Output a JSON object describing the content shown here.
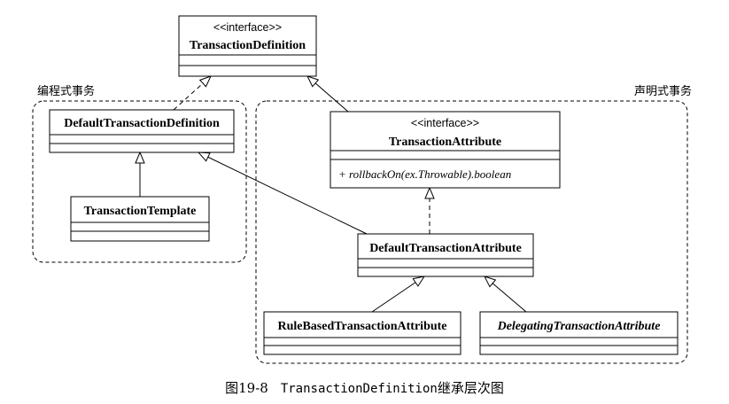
{
  "groups": {
    "programmatic": "编程式事务",
    "declarative": "声明式事务"
  },
  "classes": {
    "transaction_definition": {
      "stereotype": "<<interface>>",
      "name": "TransactionDefinition"
    },
    "default_transaction_definition": {
      "name": "DefaultTransactionDefinition"
    },
    "transaction_template": {
      "name": "TransactionTemplate"
    },
    "transaction_attribute": {
      "stereotype": "<<interface>>",
      "name": "TransactionAttribute",
      "method": "+ rollbackOn(ex.Throwable).boolean"
    },
    "default_transaction_attribute": {
      "name": "DefaultTransactionAttribute"
    },
    "rule_based_transaction_attribute": {
      "name": "RuleBasedTransactionAttribute"
    },
    "delegating_transaction_attribute": {
      "name": "DelegatingTransactionAttribute"
    }
  },
  "caption": {
    "number": "图19-8",
    "code": "TransactionDefinition",
    "suffix": "继承层次图"
  }
}
